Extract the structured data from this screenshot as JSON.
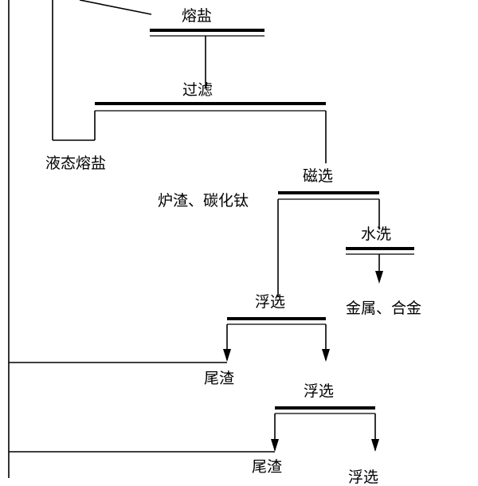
{
  "diagram": {
    "colors": {
      "line": "#000000",
      "background": "#ffffff"
    },
    "nodes": {
      "molten_salt": {
        "label": "熔盐"
      },
      "filtration": {
        "label": "过滤"
      },
      "liquid_molten_salt": {
        "label": "液态熔盐"
      },
      "magnetic_separation": {
        "label": "磁选"
      },
      "slag_carbonitride": {
        "label": "炉渣、碳化钛"
      },
      "water_wash": {
        "label": "水洗"
      },
      "metal_alloy": {
        "label": "金属、合金"
      },
      "flotation_1": {
        "label": "浮选"
      },
      "tailings_1": {
        "label": "尾渣"
      },
      "flotation_2": {
        "label": "浮选"
      },
      "tailings_2": {
        "label": "尾渣"
      },
      "bottom_cut": {
        "label": "浮选"
      }
    }
  }
}
